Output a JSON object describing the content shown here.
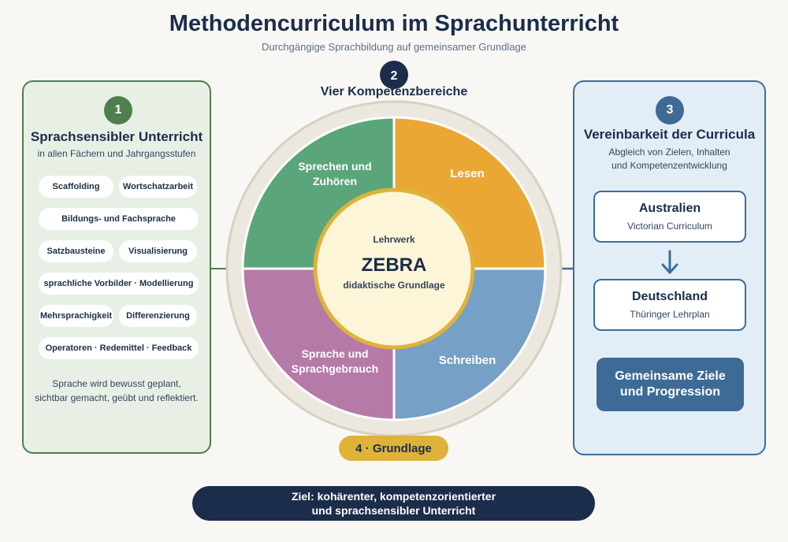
{
  "header": {
    "title": "Methodencurriculum im Sprachunterricht",
    "subtitle": "Durchgängige Sprachbildung auf gemeinsamer Grundlage"
  },
  "left_panel": {
    "number": "1",
    "heading": "Sprachsensibler Unterricht",
    "subheading": "in allen Fächern und Jahrgangsstufen",
    "chips": [
      "Scaffolding",
      "Wortschatzarbeit",
      "Bildungs- und Fachsprache",
      "Satzbausteine",
      "Visualisierung",
      "sprachliche Vorbilder · Modellierung",
      "Mehrsprachigkeit",
      "Differenzierung",
      "Operatoren · Redemittel · Feedback"
    ],
    "footer_line1": "Sprache wird bewusst geplant,",
    "footer_line2": "sichtbar gemacht, geübt und reflektiert."
  },
  "center": {
    "number": "2",
    "heading": "Vier Kompetenzbereiche",
    "quadrants": [
      {
        "line1": "Sprechen und",
        "line2": "Zuhören",
        "color": "#5aa67a"
      },
      {
        "line1": "Lesen",
        "line2": "",
        "color": "#eaa733"
      },
      {
        "line1": "Schreiben",
        "line2": "",
        "color": "#76a0c6"
      },
      {
        "line1": "Sprache und",
        "line2": "Sprachgebrauch",
        "color": "#b67aa8"
      }
    ],
    "core_label": "Lehrwerk",
    "core_title": "ZEBRA",
    "core_sub": "didaktische Grundlage",
    "basis_label": "4 · Grundlage"
  },
  "right_panel": {
    "number": "3",
    "heading": "Vereinbarkeit der Curricula",
    "sub_line1": "Abgleich von Zielen, Inhalten",
    "sub_line2": "und Kompetenzentwicklung",
    "country1": {
      "name": "Australien",
      "sub": "Victorian Curriculum"
    },
    "country2": {
      "name": "Deutschland",
      "sub": "Thüringer Lehrplan"
    },
    "goals_line1": "Gemeinsame Ziele",
    "goals_line2": "und Progression"
  },
  "bottom": {
    "line1": "Ziel: kohärenter, kompetenzorientierter",
    "line2": "und sprachsensibler Unterricht"
  },
  "colors": {
    "navy": "#1b2d4a",
    "green": "#4e7f4d",
    "blue": "#3a6e9d",
    "gold": "#dfb23a"
  }
}
